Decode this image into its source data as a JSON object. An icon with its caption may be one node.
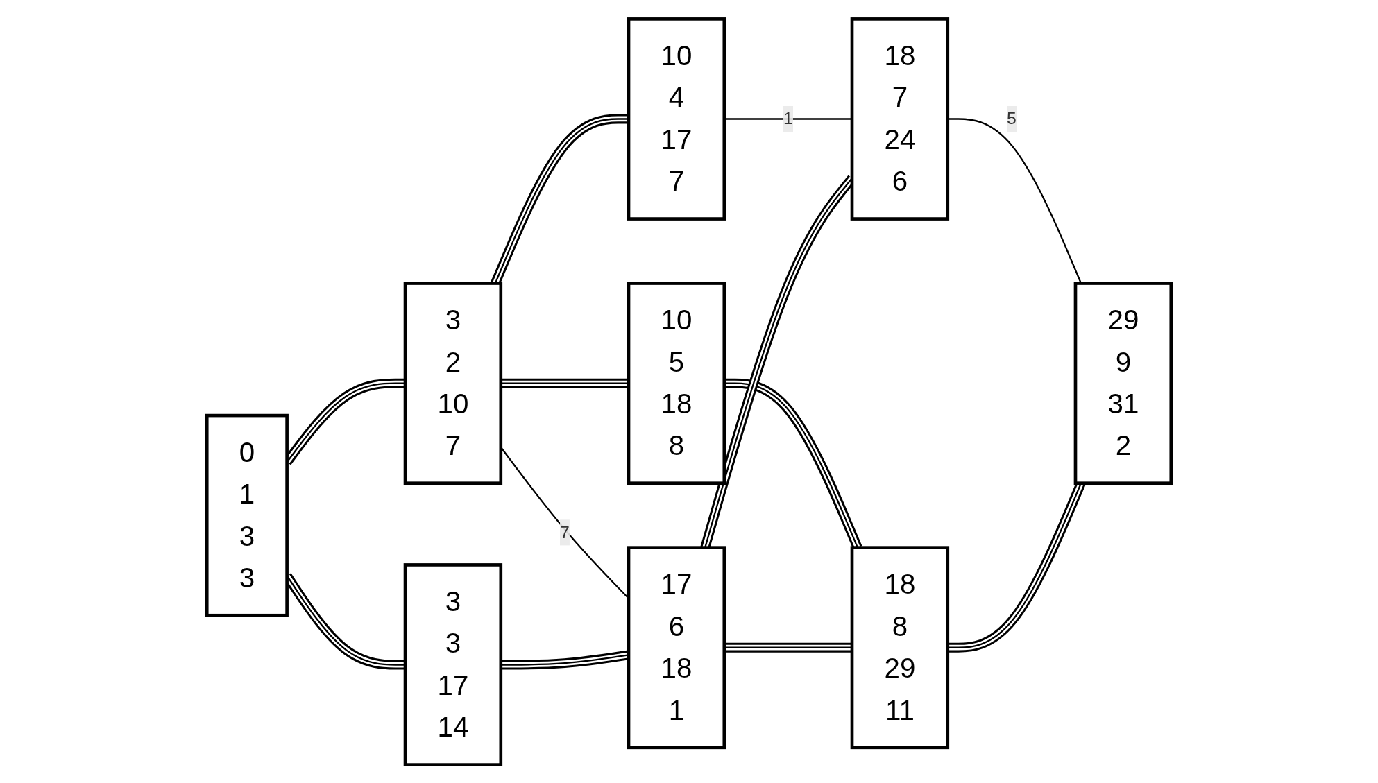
{
  "diagram": {
    "nodes": [
      {
        "text": [
          "0",
          "1",
          "3",
          "3"
        ]
      },
      {
        "text": [
          "3",
          "2",
          "10",
          "7"
        ]
      },
      {
        "text": [
          "10",
          "4",
          "17",
          "7"
        ]
      },
      {
        "text": [
          "10",
          "5",
          "18",
          "8"
        ]
      },
      {
        "text": [
          "3",
          "3",
          "17",
          "14"
        ]
      },
      {
        "text": [
          "17",
          "6",
          "18",
          "1"
        ]
      },
      {
        "text": [
          "18",
          "7",
          "24",
          "6"
        ]
      },
      {
        "text": [
          "18",
          "8",
          "29",
          "11"
        ]
      },
      {
        "text": [
          "29",
          "9",
          "31",
          "2"
        ]
      }
    ],
    "edges": [
      {
        "from": 0,
        "to": 1,
        "arrow": "none"
      },
      {
        "from": 0,
        "to": 4,
        "arrow": "none"
      },
      {
        "from": 1,
        "to": 2,
        "arrow": "none"
      },
      {
        "from": 1,
        "to": 3,
        "arrow": "none"
      },
      {
        "from": 1,
        "to": 5,
        "arrow": "none",
        "label": "7"
      },
      {
        "from": 2,
        "to": 6,
        "arrow": "none",
        "label": "1"
      },
      {
        "from": 3,
        "to": 7,
        "arrow": "none"
      },
      {
        "from": 4,
        "to": 5,
        "arrow": "none"
      },
      {
        "from": 5,
        "to": 6,
        "arrow": "none"
      },
      {
        "from": 5,
        "to": 7,
        "arrow": "none"
      },
      {
        "from": 6,
        "to": 8,
        "arrow": "none",
        "label": "5"
      },
      {
        "from": 7,
        "to": 8,
        "arrow": "none"
      }
    ]
  }
}
